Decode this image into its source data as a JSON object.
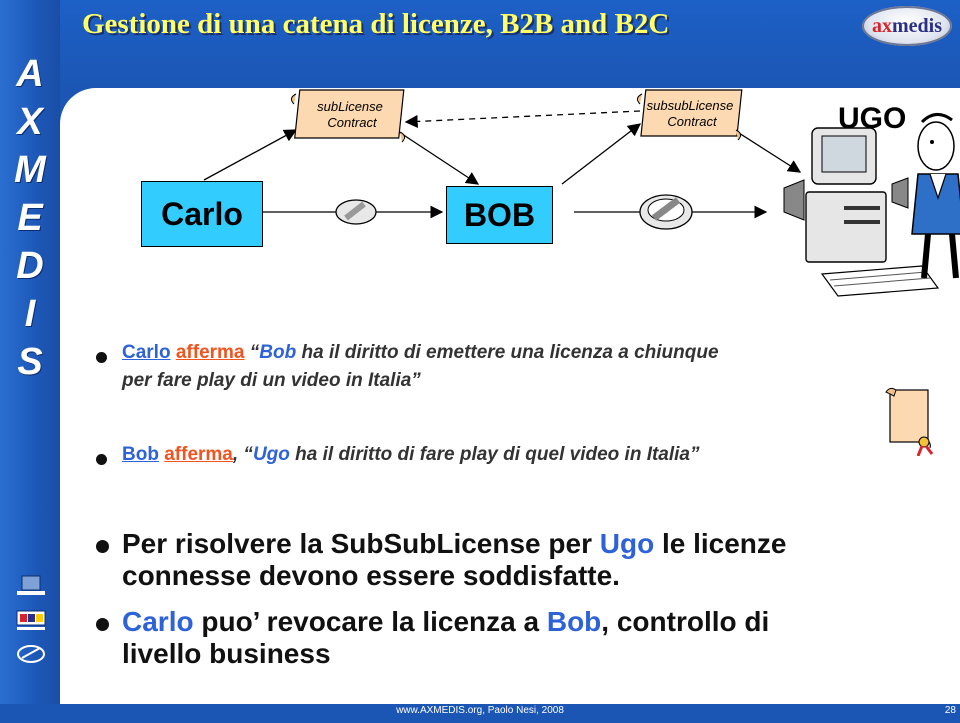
{
  "slide": {
    "title": "Gestione di una catena di licenze, B2B and B2C",
    "side_letters": [
      "A",
      "X",
      "M",
      "E",
      "D",
      "I",
      "S"
    ],
    "logo_text_x": "ax",
    "logo_text_rest": "medis",
    "footer": "www.AXMEDIS.org, Paolo Nesi, 2008",
    "page_number": "28"
  },
  "diagram": {
    "carlo": "Carlo",
    "bob": "BOB",
    "ugo": "UGO",
    "contract1": [
      "subLicense",
      "Contract"
    ],
    "contract2": [
      "subsubLicense",
      "Contract"
    ]
  },
  "bullets": {
    "b1": {
      "name1": "Carlo",
      "verb1": "afferma",
      "quote_open": "“",
      "name2": "Bob",
      "rest_line1": " ha il diritto di emettere una licenza a chiunque",
      "line2": "per fare play di un video in Italia”"
    },
    "b2": {
      "name1": "Bob",
      "verb1": "afferma",
      "sep": ", “",
      "name2": "Ugo",
      "rest": " ha il diritto di fare play di quel video in Italia”"
    },
    "b3": {
      "pre": "Per risolvere la SubSubLicense per ",
      "name": "Ugo",
      "post": " le licenze",
      "line2": "connesse devono essere soddisfatte."
    },
    "b4": {
      "name1": "Carlo",
      "mid": " puo’ revocare la licenza a ",
      "name2": "Bob",
      "post": ", controllo di",
      "line2": "livello business"
    }
  },
  "colors": {
    "accent_blue": "#2e62d8",
    "accent_orange": "#f05420",
    "box_fill": "#33ccff",
    "title_yellow": "#ffff66"
  }
}
